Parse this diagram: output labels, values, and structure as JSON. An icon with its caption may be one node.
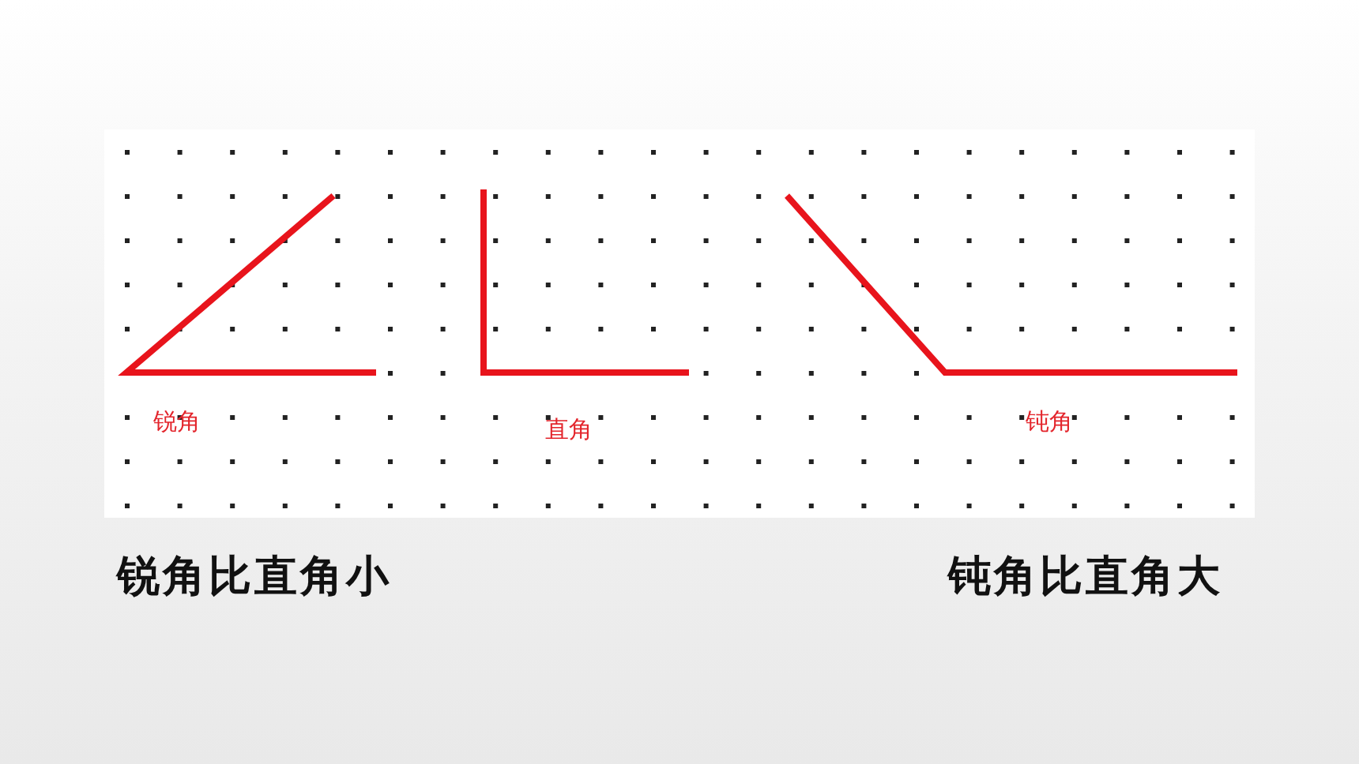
{
  "diagram": {
    "labels": [
      "锐角",
      "直角",
      "钝角",
      "锐角比直角小",
      "钝角比直角大"
    ]
  }
}
